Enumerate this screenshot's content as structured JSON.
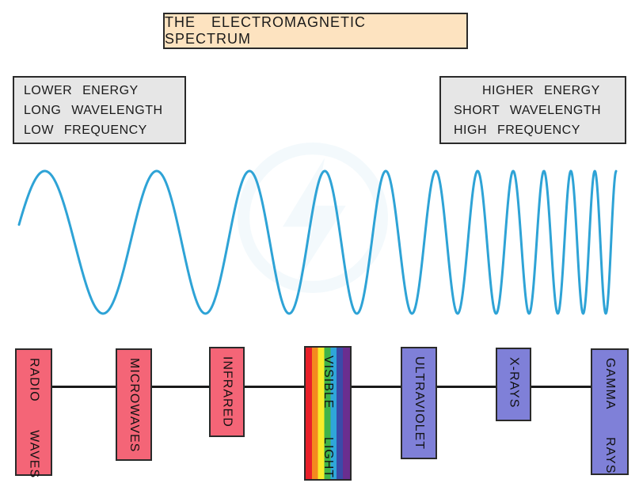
{
  "title": "THE ELECTROMAGNETIC SPECTRUM",
  "left_box": {
    "line1": "LOWER ENERGY",
    "line2": "LONG WAVELENGTH",
    "line3": "LOW FREQUENCY"
  },
  "right_box": {
    "line1": "HIGHER ENERGY",
    "line2": "SHORT WAVELENGTH",
    "line3": "HIGH FREQUENCY"
  },
  "bands": [
    {
      "label": "RADIO WAVES",
      "color": "#f46577"
    },
    {
      "label": "MICROWAVES",
      "color": "#f46577"
    },
    {
      "label": "INFRARED",
      "color": "#f46577"
    },
    {
      "label": "VISIBLE LIGHT",
      "color": "rainbow"
    },
    {
      "label": "ULTRAVIOLET",
      "color": "#7f80d8"
    },
    {
      "label": "X-RAYS",
      "color": "#7f80d8"
    },
    {
      "label": "GAMMA RAYS",
      "color": "#7f80d8"
    }
  ],
  "colors": {
    "wave": "#2ea3d6",
    "title_fill": "#fde3c0",
    "info_fill": "#e6e6e6",
    "low_energy_band": "#f46577",
    "high_energy_band": "#7f80d8"
  }
}
